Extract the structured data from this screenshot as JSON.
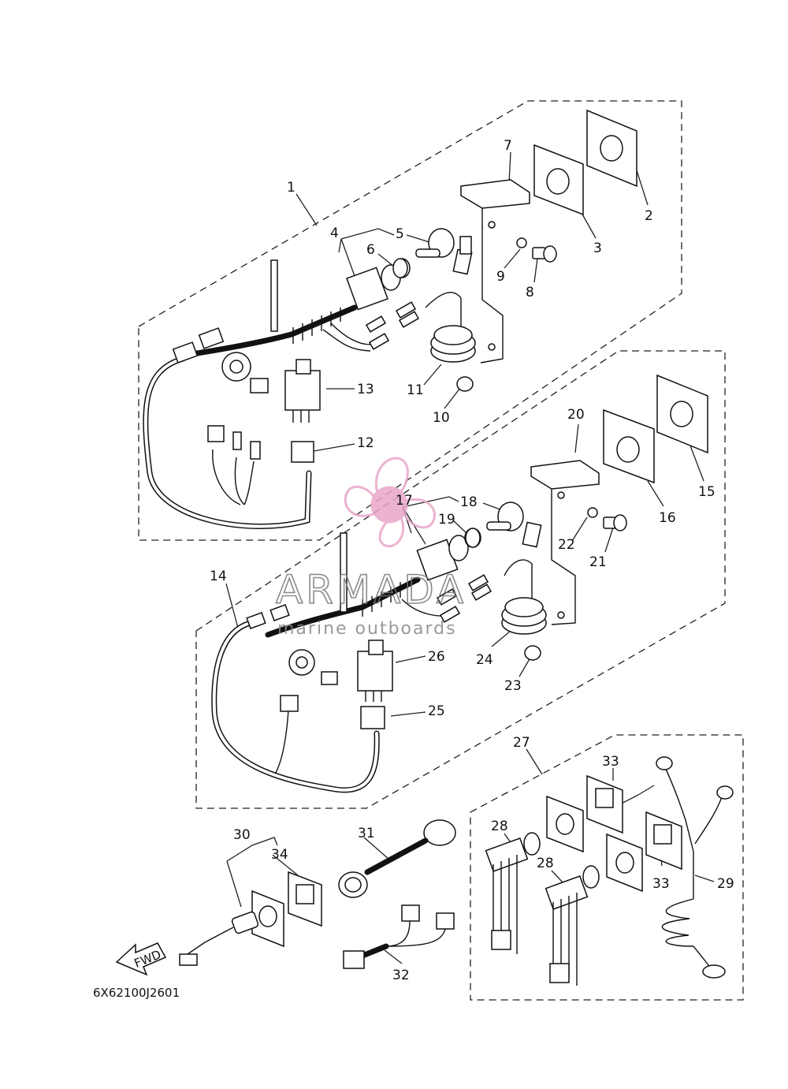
{
  "callouts": [
    {
      "id": "c1",
      "text": "1"
    },
    {
      "id": "c2",
      "text": "2"
    },
    {
      "id": "c3",
      "text": "3"
    },
    {
      "id": "c4",
      "text": "4"
    },
    {
      "id": "c5",
      "text": "5"
    },
    {
      "id": "c6",
      "text": "6"
    },
    {
      "id": "c7",
      "text": "7"
    },
    {
      "id": "c8",
      "text": "8"
    },
    {
      "id": "c9",
      "text": "9"
    },
    {
      "id": "c10",
      "text": "10"
    },
    {
      "id": "c11",
      "text": "11"
    },
    {
      "id": "c12",
      "text": "12"
    },
    {
      "id": "c13",
      "text": "13"
    },
    {
      "id": "c14",
      "text": "14"
    },
    {
      "id": "c15",
      "text": "15"
    },
    {
      "id": "c16",
      "text": "16"
    },
    {
      "id": "c17",
      "text": "17"
    },
    {
      "id": "c18",
      "text": "18"
    },
    {
      "id": "c19",
      "text": "19"
    },
    {
      "id": "c20",
      "text": "20"
    },
    {
      "id": "c21",
      "text": "21"
    },
    {
      "id": "c22",
      "text": "22"
    },
    {
      "id": "c23",
      "text": "23"
    },
    {
      "id": "c24",
      "text": "24"
    },
    {
      "id": "c25",
      "text": "25"
    },
    {
      "id": "c26",
      "text": "26"
    },
    {
      "id": "c27",
      "text": "27"
    },
    {
      "id": "c28a",
      "text": "28"
    },
    {
      "id": "c28b",
      "text": "28"
    },
    {
      "id": "c29",
      "text": "29"
    },
    {
      "id": "c30",
      "text": "30"
    },
    {
      "id": "c31",
      "text": "31"
    },
    {
      "id": "c32",
      "text": "32"
    },
    {
      "id": "c33a",
      "text": "33"
    },
    {
      "id": "c33b",
      "text": "33"
    },
    {
      "id": "c34",
      "text": "34"
    }
  ],
  "diagram_code": "6X62100J2601",
  "fwd_arrow_label": "FWD",
  "watermark": {
    "brand": "ARMADA",
    "tagline": "marine outboards",
    "logo_color": "#e8a6c8"
  }
}
